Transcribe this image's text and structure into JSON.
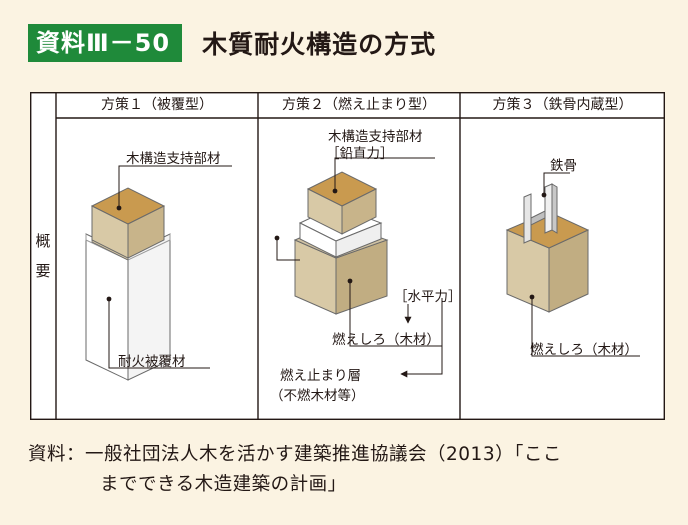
{
  "header": {
    "badge": "資料Ⅲ－50",
    "title": "木質耐火構造の方式"
  },
  "table": {
    "side_label_1": "概",
    "side_label_2": "要",
    "columns": [
      {
        "header": "方策１（被覆型）",
        "labels": {
          "top": "木構造支持部材",
          "bottom": "耐火被覆材"
        }
      },
      {
        "header": "方策２（燃え止まり型）",
        "labels": {
          "top": "木構造支持部材",
          "top_sub": "［鉛直力］",
          "horizontal": "［水平力］",
          "mid": "燃えしろ（木材）",
          "layer": "燃え止まり層",
          "layer_sub": "（不燃木材等）"
        }
      },
      {
        "header": "方策３（鉄骨内蔵型）",
        "labels": {
          "top": "鉄骨",
          "bottom": "燃えしろ（木材）"
        }
      }
    ]
  },
  "source": {
    "line1": "資料：一般社団法人木を活かす建築推進協議会（2013）「ここ",
    "line2": "までできる木造建築の計画」"
  },
  "colors": {
    "badge_bg": "#1f8a3a",
    "page_bg": "#fbf3e2",
    "wood_top": "#c99a4f",
    "wood_side": "#d8c9a6",
    "wood_dark": "#c1ad82"
  }
}
